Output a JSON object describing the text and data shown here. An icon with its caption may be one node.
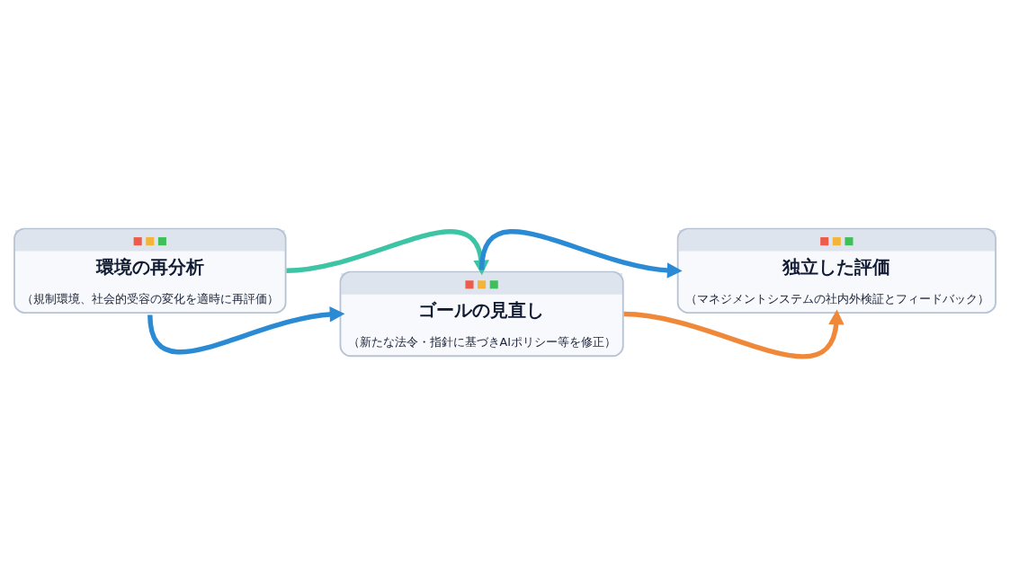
{
  "diagram": {
    "nodes": [
      {
        "text": [
          "環境の再分析",
          "（規制環境、社会的受容の変化を適時に再評価）"
        ]
      },
      {
        "text": [
          "ゴールの見直し",
          "（新たな法令・指針に基づきAIポリシー等を修正）"
        ]
      },
      {
        "text": [
          "独立した評価",
          "（マネジメントシステムの社内外検証とフィードバック）"
        ]
      }
    ],
    "edges": [
      {
        "from": 0,
        "to": 1,
        "arrow": "to",
        "color": "#3cc4a4"
      },
      {
        "from": 0,
        "to": 1,
        "arrow": "to"
      },
      {
        "from": 1,
        "to": 2,
        "arrow": "to"
      },
      {
        "from": 1,
        "to": 2,
        "arrow": "to",
        "color": "#f0883a"
      }
    ]
  }
}
